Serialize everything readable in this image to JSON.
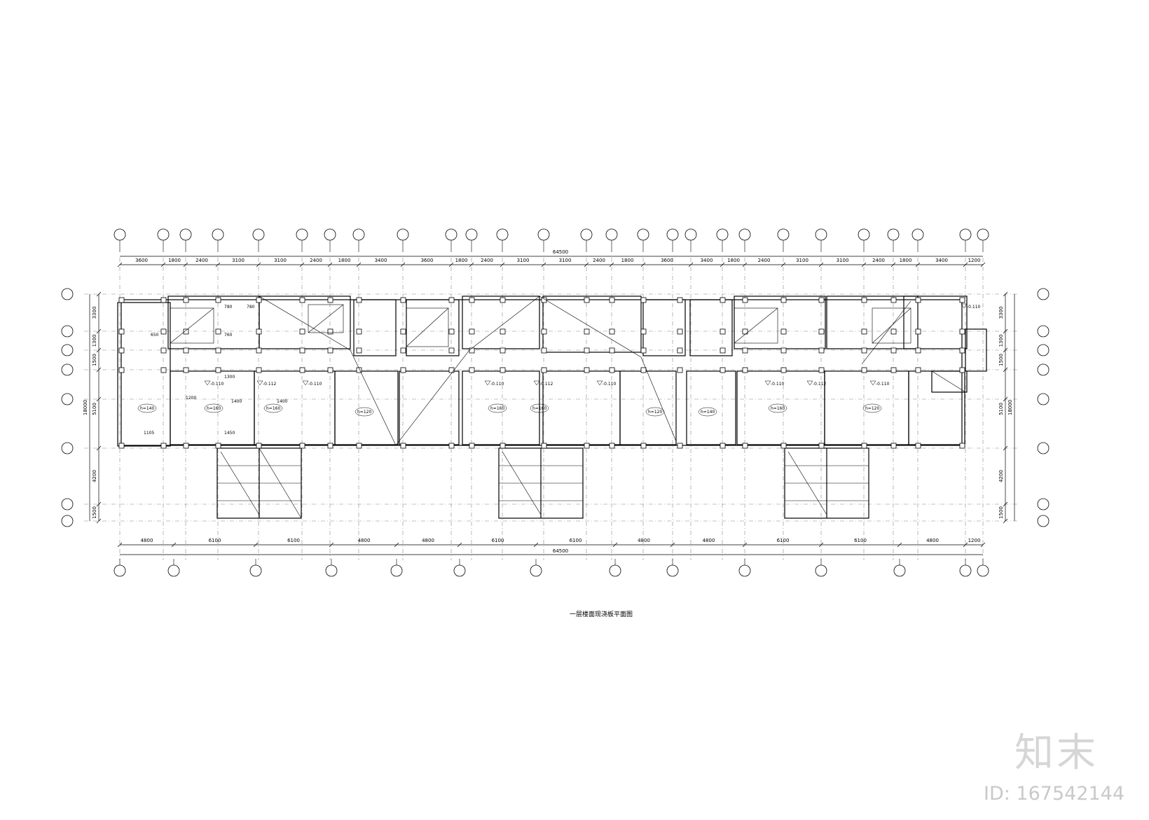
{
  "drawing": {
    "title": "一层楼面现浇板平面图",
    "overall_top": "64500",
    "overall_bottom": "64500",
    "overall_left": "18000",
    "overall_right": "18000",
    "top_dims": [
      "3600",
      "1800",
      "2400",
      "3100",
      "3100",
      "2400",
      "1800",
      "3400",
      "3600",
      "1800",
      "2400",
      "3100",
      "3100",
      "2400",
      "1800",
      "3600",
      "3400",
      "1800",
      "2400",
      "3100",
      "3100",
      "2400",
      "1800",
      "3400",
      "1200"
    ],
    "bottom_dims": [
      "4800",
      "6100",
      "6100",
      "4800",
      "4800",
      "6100",
      "6100",
      "4800",
      "4800",
      "6100",
      "6100",
      "4800",
      "1200"
    ],
    "left_dims": [
      "3300",
      "1300",
      "1500",
      "5100",
      "4200",
      "1500"
    ],
    "right_dims": [
      "3300",
      "1300",
      "1500",
      "5100",
      "4200",
      "1500"
    ],
    "room_labels": [
      "-0.110",
      "-0.112",
      "-0.110",
      "-0.110",
      "-0.112",
      "-0.110",
      "-0.110",
      "-0.112",
      "-0.110",
      "-0.110"
    ],
    "slab_labels": [
      "h=140",
      "h=160",
      "h=160",
      "h=120",
      "h=160",
      "h=160",
      "h=120",
      "h=140",
      "h=160",
      "h=120"
    ],
    "misc_labels": [
      "1300",
      "1400",
      "1400",
      "780",
      "760",
      "780",
      "650",
      "1200",
      "1450",
      "1105"
    ]
  },
  "watermark": {
    "logo": "知末",
    "id": "ID: 167542144"
  }
}
